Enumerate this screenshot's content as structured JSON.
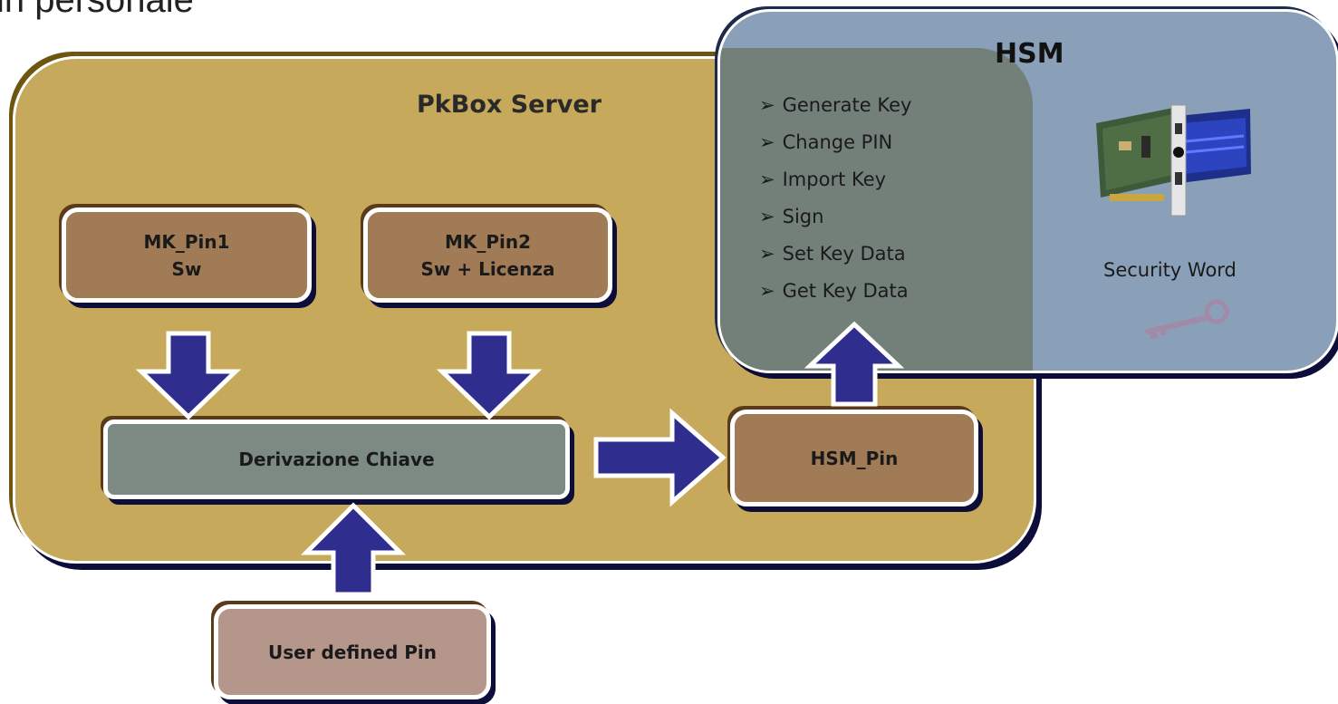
{
  "header": {
    "text": "in personale"
  },
  "pkbox": {
    "title": "PkBox Server"
  },
  "hsm": {
    "title": "HSM",
    "operations": [
      "Generate Key",
      "Change PIN",
      "Import Key",
      "Sign",
      "Set Key Data",
      "Get Key Data"
    ],
    "security_word": "Security Word"
  },
  "boxes": {
    "mk_pin1": {
      "line1": "MK_Pin1",
      "line2": "Sw"
    },
    "mk_pin2": {
      "line1": "MK_Pin2",
      "line2": "Sw + Licenza"
    },
    "derivazione": "Derivazione Chiave",
    "hsm_pin": "HSM_Pin",
    "user_pin": "User defined Pin"
  },
  "colors": {
    "pkbox_bg": "#c6a95a",
    "hsm_bg": "#8aa0b9",
    "arrow": "#2f2e8e",
    "box_brown": "#a17b55",
    "box_grey": "#7d8983",
    "box_pink": "#b5968a"
  },
  "icons": {
    "arrow": "block-arrow-icon",
    "card": "hsm-card-icon",
    "key": "key-icon",
    "bullet": "arrow-bullet-icon"
  }
}
